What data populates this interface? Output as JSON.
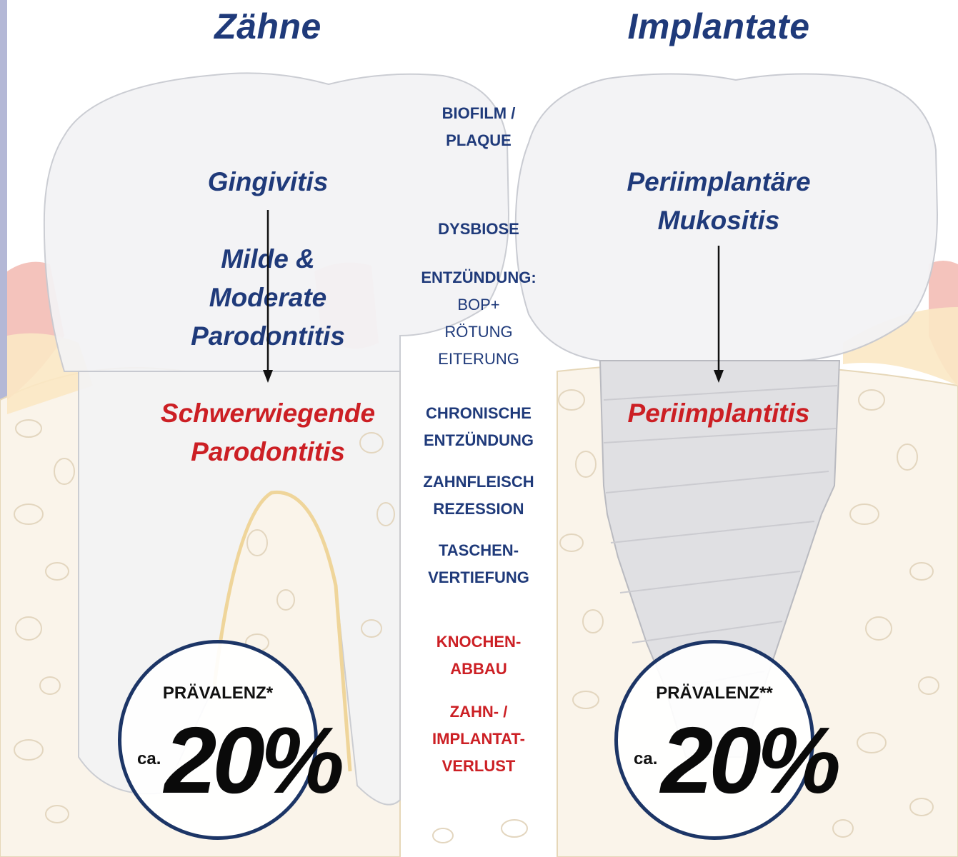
{
  "titles": {
    "teeth": "Zähne",
    "implants": "Implantate"
  },
  "teeth_column": {
    "gingivitis": "Gingivitis",
    "mild_line1": "Milde &",
    "mild_line2": "Moderate",
    "mild_line3": "Parodontitis",
    "severe_line1": "Schwerwiegende",
    "severe_line2": "Parodontitis"
  },
  "implant_column": {
    "mucositis_line1": "Periimplantäre",
    "mucositis_line2": "Mukositis",
    "periimplantitis": "Periimplantitis"
  },
  "middle_column": {
    "biofilm_1": "BIOFILM /",
    "biofilm_2": "PLAQUE",
    "dysbiose": "DYSBIOSE",
    "entz_head": "ENTZÜNDUNG:",
    "entz_1": "BOP+",
    "entz_2": "RÖTUNG",
    "entz_3": "EITERUNG",
    "chron_1": "CHRONISCHE",
    "chron_2": "ENTZÜNDUNG",
    "gum_1": "ZAHNFLEISCH",
    "gum_2": "REZESSION",
    "pocket_1": "TASCHEN-",
    "pocket_2": "VERTIEFUNG",
    "bone_1": "KNOCHEN-",
    "bone_2": "ABBAU",
    "loss_1": "ZAHN- /",
    "loss_2": "IMPLANTAT-",
    "loss_3": "VERLUST"
  },
  "prevalence": {
    "teeth": {
      "label": "PRÄVALENZ*",
      "prefix": "ca.",
      "value": "20%"
    },
    "implants": {
      "label": "PRÄVALENZ**",
      "prefix": "ca.",
      "value": "20%"
    }
  },
  "colors": {
    "navy": "#1f3a7a",
    "red": "#cc1f24",
    "gum": "#f2b8b0",
    "bone": "#f6ecd9",
    "tooth": "#f3f3f5",
    "implant": "#d9d9dc"
  }
}
